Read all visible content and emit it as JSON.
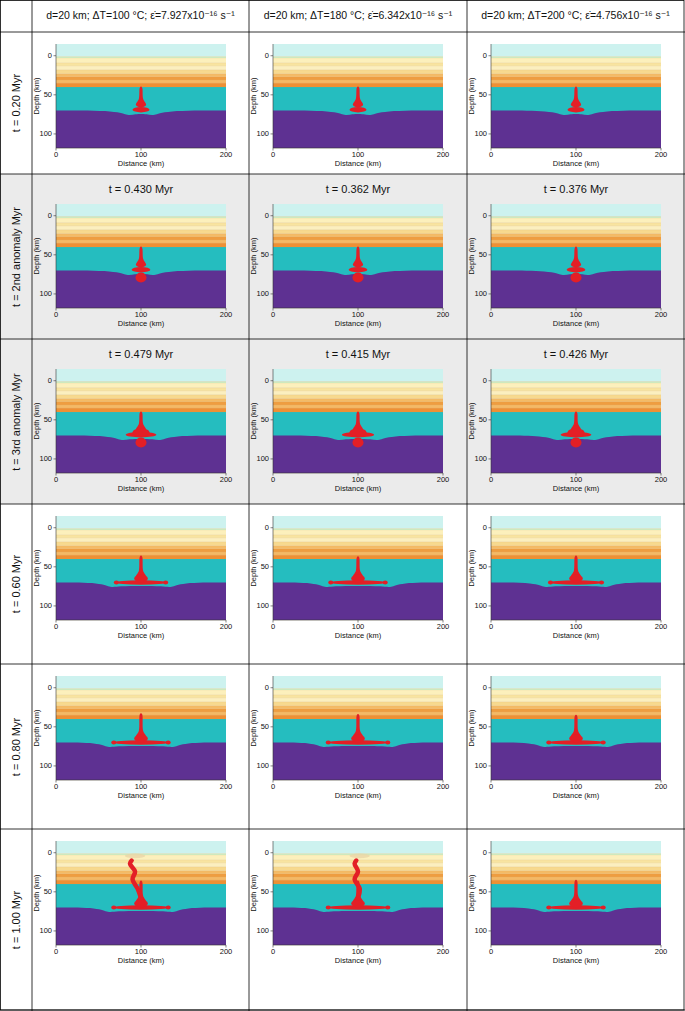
{
  "diagram": {
    "labels": [
      "d=20 km; ΔT=100 °C; ε̇=7.927x10⁻¹⁶ s⁻¹",
      "d=20 km; ΔT=180 °C; ε̇=6.342x10⁻¹⁶ s⁻¹",
      "d=20 km; ΔT=200 °C; ε̇=4.756x10⁻¹⁶ s⁻¹",
      "t = 0.20 Myr",
      "Depth (km)",
      "0",
      "50",
      "100",
      "0",
      "100",
      "200",
      "Distance (km)",
      "Depth (km)",
      "0",
      "50",
      "100",
      "0",
      "100",
      "200",
      "Distance (km)",
      "Depth (km)",
      "0",
      "50",
      "100",
      "0",
      "100",
      "200",
      "Distance (km)",
      "t = 2nd anomaly Myr",
      "t = 0.430 Myr",
      "Depth (km)",
      "0",
      "50",
      "100",
      "0",
      "100",
      "200",
      "Distance (km)",
      "t = 0.362 Myr",
      "Depth (km)",
      "0",
      "50",
      "100",
      "0",
      "100",
      "200",
      "Distance (km)",
      "t = 0.376 Myr",
      "Depth (km)",
      "0",
      "50",
      "100",
      "0",
      "100",
      "200",
      "Distance (km)",
      "t = 3rd anomaly Myr",
      "t = 0.479 Myr",
      "Depth (km)",
      "0",
      "50",
      "100",
      "0",
      "100",
      "200",
      "Distance (km)",
      "t = 0.415 Myr",
      "Depth (km)",
      "0",
      "50",
      "100",
      "0",
      "100",
      "200",
      "Distance (km)",
      "t = 0.426 Myr",
      "Depth (km)",
      "0",
      "50",
      "100",
      "0",
      "100",
      "200",
      "Distance (km)",
      "t = 0.60 Myr",
      "Depth (km)",
      "0",
      "50",
      "100",
      "0",
      "100",
      "200",
      "Distance (km)",
      "Depth (km)",
      "0",
      "50",
      "100",
      "0",
      "100",
      "200",
      "Distance (km)",
      "Depth (km)",
      "0",
      "50",
      "100",
      "0",
      "100",
      "200",
      "Distance (km)",
      "t = 0.80 Myr",
      "Depth (km)",
      "0",
      "50",
      "100",
      "0",
      "100",
      "200",
      "Distance (km)",
      "Depth (km)",
      "0",
      "50",
      "100",
      "0",
      "100",
      "200",
      "Distance (km)",
      "Depth (km)",
      "0",
      "50",
      "100",
      "0",
      "100",
      "200",
      "Distance (km)",
      "t = 1.00 Myr",
      "Depth (km)",
      "0",
      "50",
      "100",
      "0",
      "100",
      "200",
      "Distance (km)",
      "Depth (km)",
      "0",
      "50",
      "100",
      "0",
      "100",
      "200",
      "Distance (km)",
      "Depth (km)",
      "0",
      "50",
      "100",
      "0",
      "100",
      "200",
      "Distance (km)"
    ]
  }
}
